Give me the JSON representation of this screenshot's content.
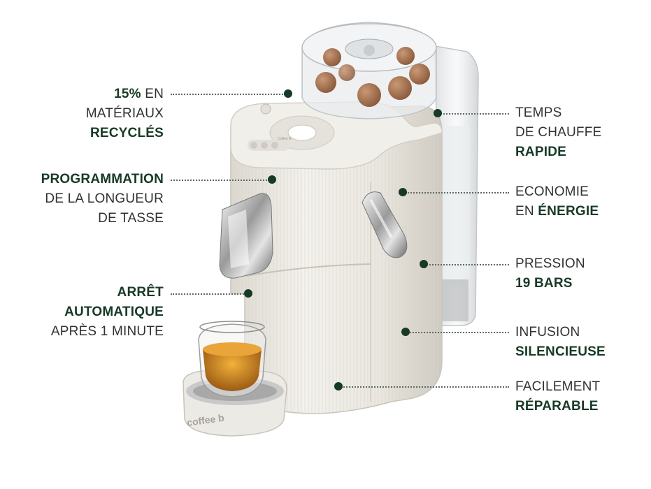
{
  "colors": {
    "accent": "#173a26",
    "text": "#2f3330",
    "machine_body": "#eeebe4"
  },
  "labels": {
    "recycled": {
      "part1_bold": "15%",
      "part1_rest": " EN",
      "line2": "MATÉRIAUX",
      "line3_bold": "RECYCLÉS"
    },
    "programming": {
      "line1_bold": "PROGRAMMATION",
      "line2": "DE LA LONGUEUR",
      "line3": "DE TASSE"
    },
    "auto_off": {
      "line1_bold": "ARRÊT",
      "line2_bold": "AUTOMATIQUE",
      "line3": "APRÈS 1 MINUTE"
    },
    "heat": {
      "line1": "TEMPS",
      "line2": "DE CHAUFFE",
      "line3_bold": "RAPIDE"
    },
    "energy": {
      "line1": "ECONOMIE",
      "line2_rest": "EN ",
      "line2_bold": "ÉNERGIE"
    },
    "pressure": {
      "line1": "PRESSION",
      "line2_bold": "19 BARS"
    },
    "infusion": {
      "line1": "INFUSION",
      "line2_bold": "SILENCIEUSE"
    },
    "repair": {
      "line1": "FACILEMENT",
      "line2_bold": "RÉPARABLE"
    }
  },
  "product": {
    "brand_mark": "coffee b",
    "panel_label": "Coffee B"
  }
}
